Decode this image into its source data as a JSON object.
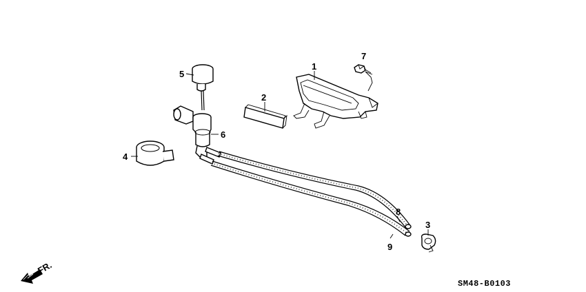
{
  "diagram_code": "SM48-B0103",
  "front_label": "FR.",
  "callouts": {
    "c1": "1",
    "c2": "2",
    "c3": "3",
    "c4": "4",
    "c5": "5",
    "c6": "6",
    "c7": "7",
    "c8": "8",
    "c9": "9"
  },
  "colors": {
    "line": "#000000",
    "background": "#ffffff",
    "texture": "#555555"
  }
}
